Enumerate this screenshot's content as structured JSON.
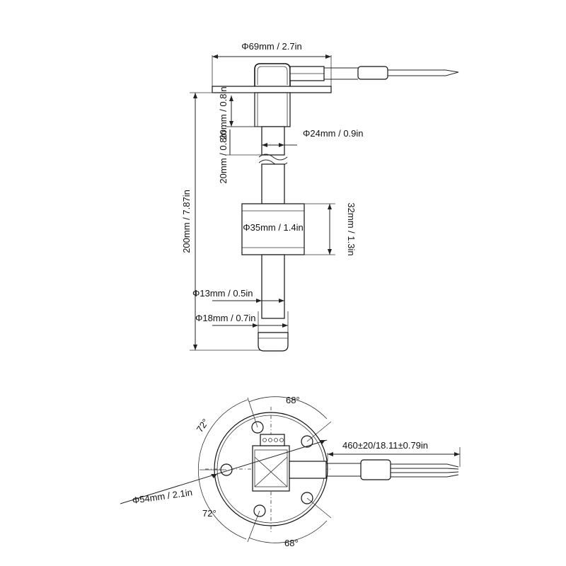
{
  "side_view": {
    "flange_diameter": "Φ69mm / 2.7in",
    "neck_height": "20mm / 0.8in",
    "neck_diameter": "Φ24mm / 0.9in",
    "top_height": "20mm / 0.8in",
    "total_length": "200mm / 7.87in",
    "float_height": "32mm / 1.3in",
    "float_diameter": "Φ35mm / 1.4in",
    "rod_diameter": "Φ13mm / 0.5in",
    "tip_diameter": "Φ18mm / 0.7in"
  },
  "top_view": {
    "angle_top": "68°",
    "angle_bottom": "68°",
    "angle_left_top": "72°",
    "angle_left_bottom": "72°",
    "cable_length": "460±20/18.11±0.79in",
    "base_diameter": "Φ54mm / 2.1in"
  }
}
